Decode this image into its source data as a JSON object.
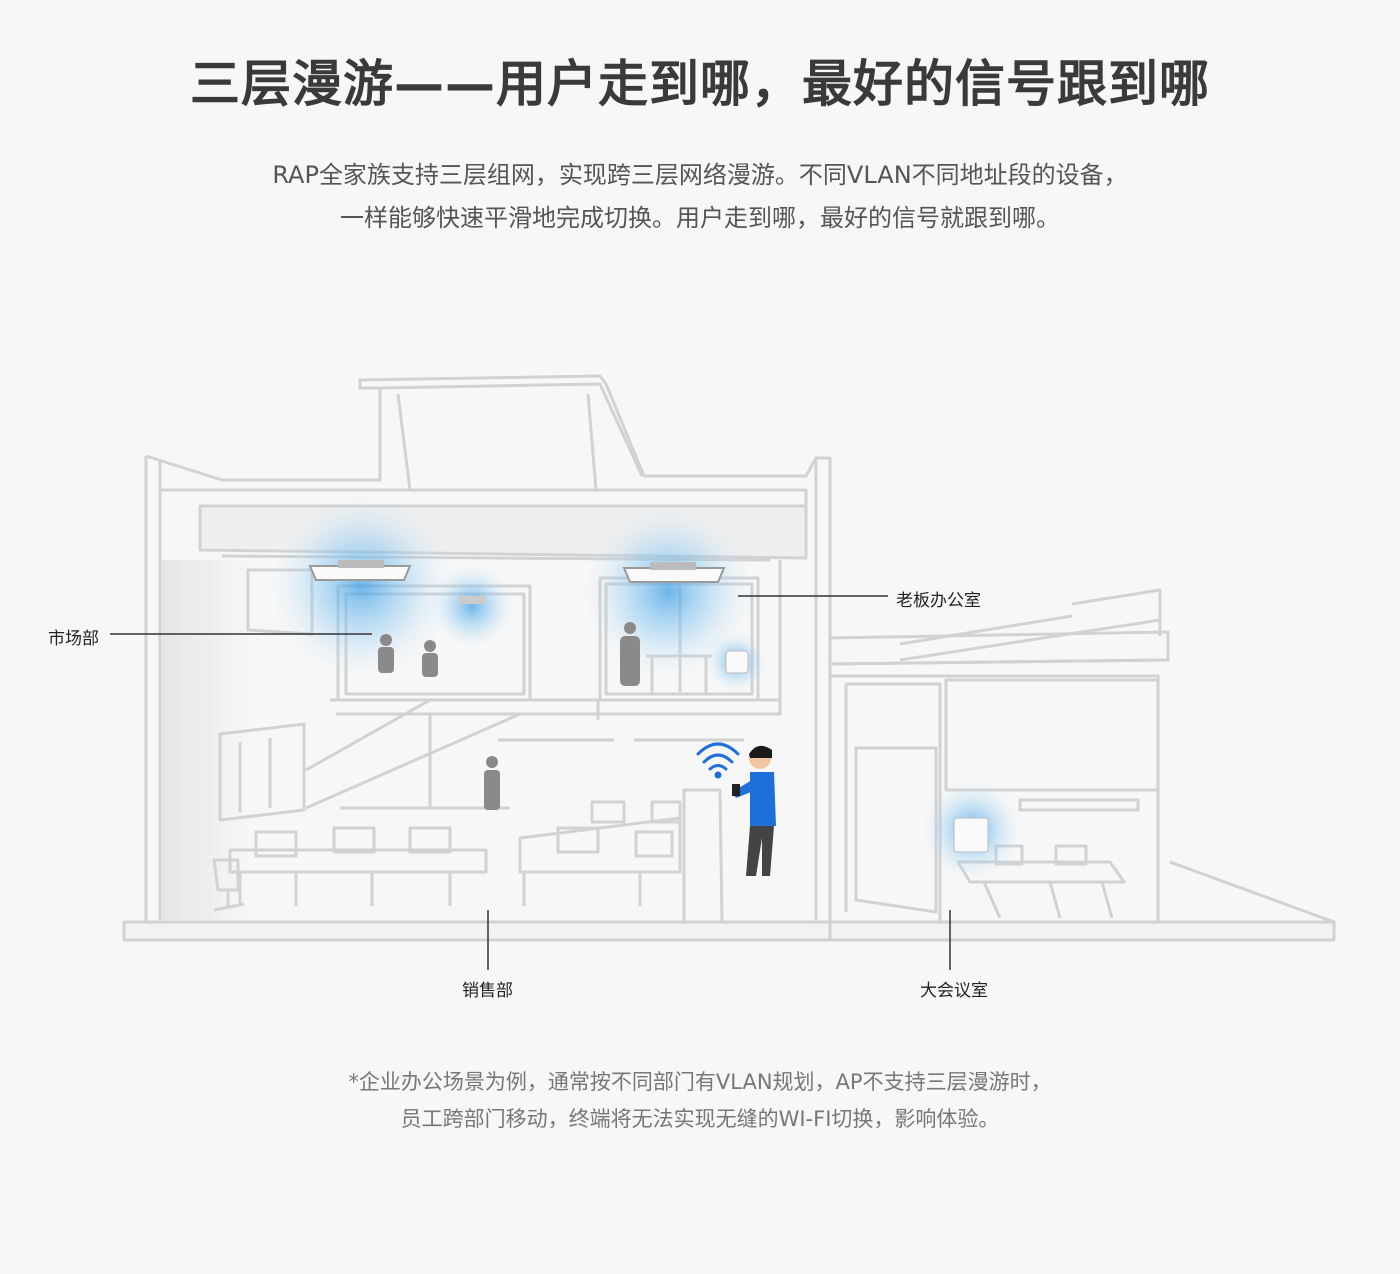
{
  "header": {
    "title": "三层漫游——用户走到哪，最好的信号跟到哪",
    "subtitle_line1": "RAP全家族支持三层组网，实现跨三层网络漫游。不同VLAN不同地址段的设备，",
    "subtitle_line2": "一样能够快速平滑地完成切换。用户走到哪，最好的信号就跟到哪。"
  },
  "diagram": {
    "labels": {
      "marketing": "市场部",
      "boss_office": "老板办公室",
      "sales": "销售部",
      "meeting_room": "大会议室"
    },
    "colors": {
      "line": "#d0d0d0",
      "signal": "#3ea0e6",
      "person_shirt": "#1e6fd9"
    }
  },
  "footer": {
    "note_line1": "*企业办公场景为例，通常按不同部门有VLAN规划，AP不支持三层漫游时，",
    "note_line2": "员工跨部门移动，终端将无法实现无缝的WI-FI切换，影响体验。"
  }
}
